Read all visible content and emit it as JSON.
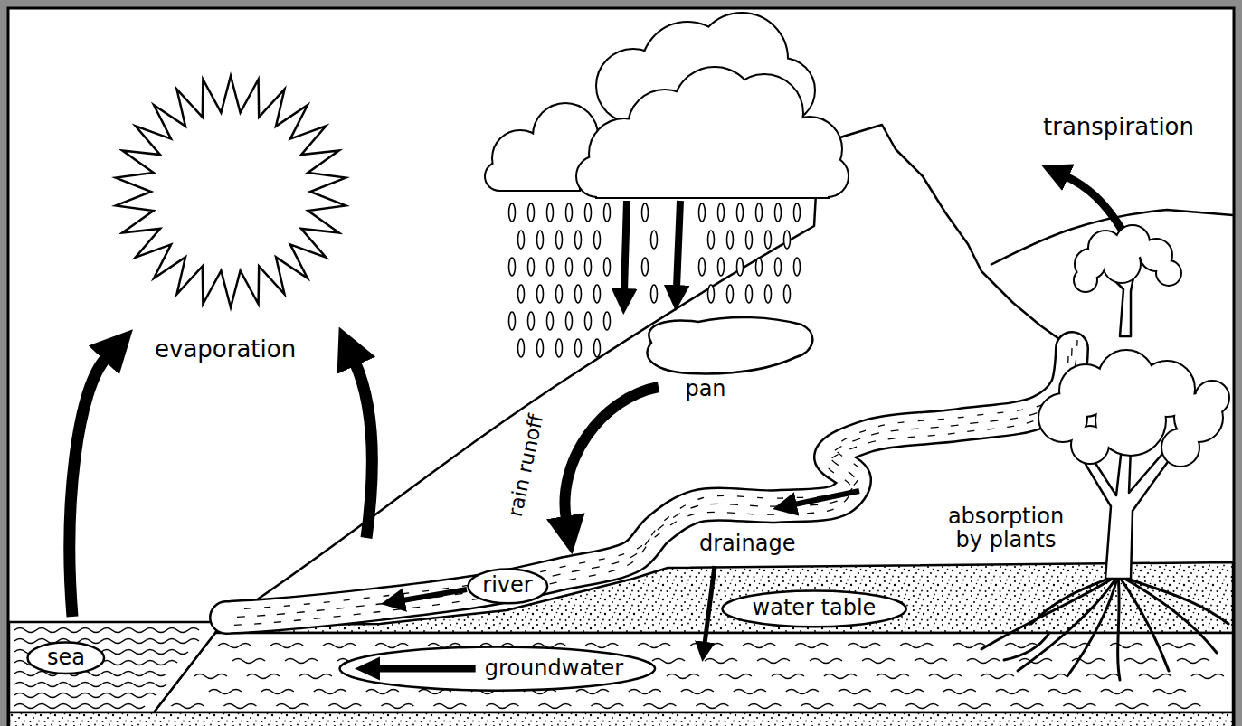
{
  "diagram": {
    "nodes": [
      {
        "text": [
          "pan"
        ]
      },
      {
        "text": [
          "river"
        ]
      },
      {
        "text": [
          "water table"
        ]
      },
      {
        "text": [
          "sea"
        ]
      },
      {
        "text": [
          "groundwater"
        ]
      }
    ],
    "labels": [
      "transpiration",
      "evaporation",
      "rain runoff",
      "absorption by plants",
      "drainage"
    ]
  }
}
